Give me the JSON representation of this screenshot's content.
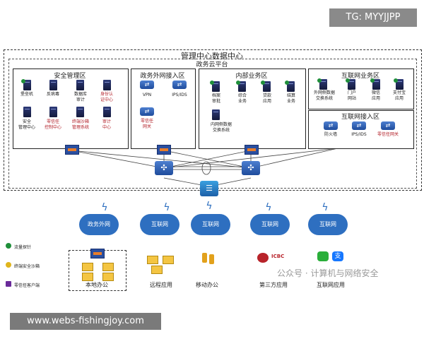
{
  "watermark_top": "TG: MYYJJPP",
  "outer_title": "管理中心数据中心",
  "cloud_title": "政务云平台",
  "zones": {
    "security": {
      "title": "安全管理区",
      "items": [
        {
          "label": "堡垒机",
          "red": false
        },
        {
          "label": "反病毒",
          "red": false
        },
        {
          "label": "数据库\n审计",
          "red": false
        },
        {
          "label": "身份认\n证中心",
          "red": true
        },
        {
          "label": "安全\n管理中心",
          "red": false
        },
        {
          "label": "零信任\n控制中心",
          "red": true
        },
        {
          "label": "终端沙箱\n管理系统",
          "red": true
        },
        {
          "label": "审计\n中心",
          "red": true
        }
      ]
    },
    "extranet": {
      "title": "政务外网接入区",
      "items": [
        {
          "label": "VPN",
          "red": false
        },
        {
          "label": "IPS/IDS",
          "red": false
        },
        {
          "label": "零信任\n网关",
          "red": true
        }
      ]
    },
    "internal": {
      "title": "内部业务区",
      "items": [
        {
          "label": "档案\n审批",
          "red": false
        },
        {
          "label": "综合\n业务",
          "red": false
        },
        {
          "label": "贷款\n应用",
          "red": false
        },
        {
          "label": "结算\n业务",
          "red": false
        },
        {
          "label": "内网侧数据\n交换系统",
          "red": false
        }
      ]
    },
    "internet_biz": {
      "title": "互联网业务区",
      "items": [
        {
          "label": "外网侧数据\n交换系统",
          "red": false
        },
        {
          "label": "门户\n网站",
          "red": false
        },
        {
          "label": "微信\n应用",
          "red": false
        },
        {
          "label": "支付宝\n应用",
          "red": false
        }
      ]
    },
    "internet_access": {
      "title": "互联网接入区",
      "items": [
        {
          "label": "防火墙",
          "red": false
        },
        {
          "label": "IPS/IDS",
          "red": false
        },
        {
          "label": "零信任网关",
          "red": true
        }
      ]
    }
  },
  "clouds": [
    "政务外网",
    "互联网",
    "互联网",
    "互联网",
    "互联网"
  ],
  "bottom_labels": [
    "本地办公",
    "远程应用",
    "移动办公",
    "第三方应用",
    "互联网应用"
  ],
  "legend": [
    {
      "color": "#1f8f3a",
      "label": "流量探针"
    },
    {
      "color": "#e0b51c",
      "label": "终端安全沙箱"
    },
    {
      "color": "#6a2b9a",
      "label": "零信任客户端"
    }
  ],
  "third_party_logos": [
    "ICBC"
  ],
  "watermark_mid": "公众号 · 计算机与网络安全",
  "footer_url": "www.webs-fishingjoy.com"
}
